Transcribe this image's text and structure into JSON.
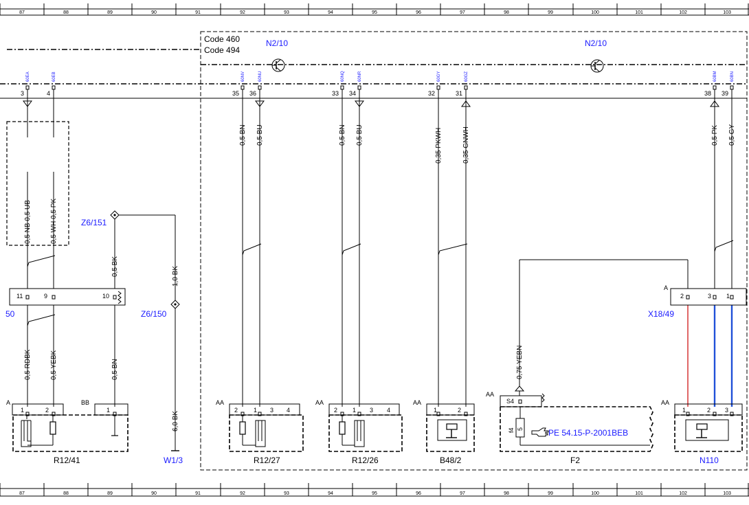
{
  "ruler": {
    "columns": [
      "87",
      "88",
      "89",
      "90",
      "91",
      "92",
      "93",
      "94",
      "95",
      "96",
      "97",
      "98",
      "99",
      "100",
      "101",
      "102",
      "103"
    ]
  },
  "code_box": {
    "code_1": "Code 460",
    "code_2": "Code 494"
  },
  "modules": [
    {
      "id": "N2/10",
      "label": "N2/10"
    },
    {
      "id": "N2/10-right",
      "label": "N2/10"
    }
  ],
  "connectors": {
    "60EA": {
      "label": "60EA",
      "pin": "3"
    },
    "60EB": {
      "label": "60EB",
      "pin": "4"
    },
    "60NV": {
      "label": "60NV",
      "pin": "35"
    },
    "60NU": {
      "label": "60NU",
      "pin": "36"
    },
    "60NQ": {
      "label": "60NQ",
      "pin": "33"
    },
    "60NR": {
      "label": "60NR",
      "pin": "34"
    },
    "60GY": {
      "label": "60GY",
      "pin": "32"
    },
    "60GZ": {
      "label": "60GZ",
      "pin": "31"
    },
    "60BM": {
      "label": "60BM",
      "pin": "38"
    },
    "60BN": {
      "label": "60BN",
      "pin": "39"
    }
  },
  "wires": {
    "w_ub": "0,5 NB 0,5 UB",
    "w_wh": "0,5 WH 0,5 PK",
    "w_bn_35": "0,5 BN",
    "w_bu_36": "0,5 BU",
    "w_bn_33": "0,5 BN",
    "w_bu_34": "0,5 BU",
    "w_pkwh": "0,35 PKWH",
    "w_gnwh": "0,35 GNWH",
    "w_pk": "0,5 PK",
    "w_gy": "0,5 GY",
    "w_bk_z6": "0,5 BK",
    "w_bk_10": "1,0 BK",
    "w_rdbk": "0,5 RDBK",
    "w_yebk": "0,5 YEBK",
    "w_bn_low": "0,5 BN",
    "w_bk_60": "6,0 BK",
    "w_yebn": "0,75 YEBN"
  },
  "splices": {
    "z6_151": "Z6/151",
    "z6_150": "Z6/150"
  },
  "connector_x18": {
    "label": "X18/49",
    "corner": "A",
    "pins": [
      "2",
      "3",
      "1"
    ]
  },
  "left_connector": {
    "partial_label": "50",
    "pins": [
      "11",
      "9",
      "10"
    ]
  },
  "components": {
    "r12_41": {
      "name": "R12/41",
      "group": "A",
      "pins": [
        "1",
        "2"
      ]
    },
    "bb": {
      "group": "BB",
      "pins": [
        "1"
      ]
    },
    "w1_3": {
      "name": "W1/3"
    },
    "r12_27": {
      "name": "R12/27",
      "group": "AA",
      "pins": [
        "2",
        "1",
        "3",
        "4"
      ]
    },
    "r12_26": {
      "name": "R12/26",
      "group": "AA",
      "pins": [
        "2",
        "1",
        "3",
        "4"
      ]
    },
    "b48_2": {
      "name": "B48/2",
      "group": "AA",
      "pins": [
        "1",
        "2"
      ]
    },
    "f2": {
      "name": "F2",
      "group": "AA",
      "slot": "S4",
      "fuse_a": "f4",
      "fuse_b": "5"
    },
    "n110": {
      "name": "N110",
      "group": "AA",
      "pins": [
        "1",
        "2",
        "3"
      ]
    }
  },
  "reference": {
    "icon": "pointing-hand-icon",
    "text": "PE 54.15-P-2001BEB"
  },
  "colors": {
    "link_blue": "#1a1aff",
    "wire_red": "#cc0000",
    "wire_blue": "#1f4fd8",
    "ink": "#000000"
  }
}
